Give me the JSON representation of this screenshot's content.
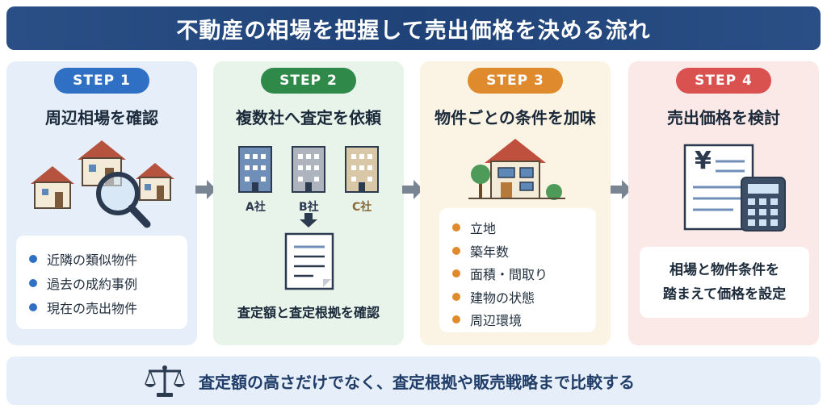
{
  "title": "不動産の相場を把握して売出価格を決める流れ",
  "steps": [
    {
      "label": "STEP 1",
      "title": "周辺相場を確認",
      "items": [
        "近隣の類似物件",
        "過去の成約事例",
        "現在の売出物件"
      ]
    },
    {
      "label": "STEP 2",
      "title": "複数社へ査定を依頼",
      "buildings": [
        "A社",
        "B社",
        "C社"
      ],
      "note": "査定額と査定根拠を確認"
    },
    {
      "label": "STEP 3",
      "title": "物件ごとの条件を加味",
      "items": [
        "立地",
        "築年数",
        "面積・間取り",
        "建物の状態",
        "周辺環境"
      ]
    },
    {
      "label": "STEP 4",
      "title": "売出価格を検討",
      "doc_symbol": "¥",
      "note_lines": [
        "相場と物件条件を",
        "踏まえて価格を設定"
      ]
    }
  ],
  "footer": "査定額の高さだけでなく、査定根拠や販売戦略まで比較する",
  "colors": {
    "step1": "#2f6fc4",
    "step2": "#2f8a4a",
    "step3": "#e08a2e",
    "step4": "#d9524f",
    "title_bar": "#1f4378"
  }
}
